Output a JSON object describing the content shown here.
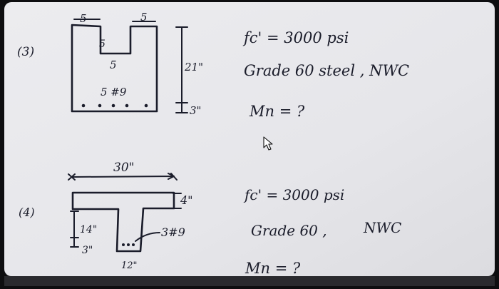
{
  "problem3": {
    "number": "(3)",
    "dim_top_left": "5",
    "dim_top_right": "5",
    "dim_notch_side": "5",
    "dim_notch_bottom": "5",
    "rebar": "5 #9",
    "height": "21\"",
    "cover": "3\"",
    "fc": "fc' = 3000 psi",
    "steel": "Grade 60 steel , NWC",
    "mn": "Mn = ?"
  },
  "problem4": {
    "number": "(4)",
    "flange_width": "30\"",
    "flange_thickness": "4\"",
    "web_height": "14\"",
    "cover": "3\"",
    "rebar": "3#9",
    "web_width": "12\"",
    "fc": "fc' = 3000 psi",
    "grade": "Grade 60 ,",
    "nwc": "NWC",
    "mn": "Mn = ?"
  },
  "colors": {
    "paper": "#e9e9ec",
    "ink": "#1a1c2a",
    "frame": "#0e0e10"
  },
  "icons": [
    "mouse-cursor-icon"
  ]
}
